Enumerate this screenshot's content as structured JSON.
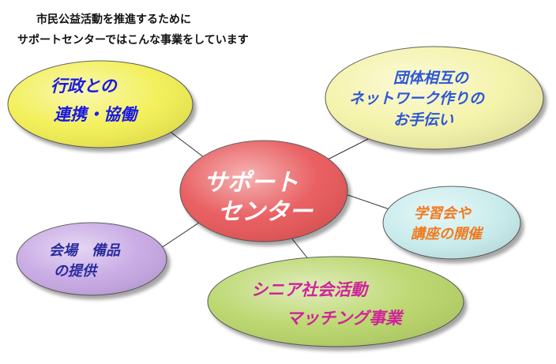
{
  "heading": {
    "line1": "市民公益活動を推進するために",
    "line2": "サポートセンターではこんな事業をしています"
  },
  "center": {
    "line1": "サポート",
    "line2": "センター",
    "fill": "#e8585a",
    "text_color": "#ffffff"
  },
  "nodes": {
    "administration": {
      "line1": "行政との",
      "line2": "連携・協働",
      "fill": "#f2ef52",
      "text_color": "#1a1ae6"
    },
    "network": {
      "line1": "団体相互の",
      "line2": "ネットワーク作りの",
      "line3": "お手伝い",
      "fill": "#f4f3a8",
      "text_color": "#2d57d8"
    },
    "seminar": {
      "line1": "学習会や",
      "line2": "講座の開催",
      "fill": "#c9ecec",
      "text_color": "#f07a1e"
    },
    "venue": {
      "line1": "会場　備品",
      "line2": "の提供",
      "fill": "#c7a8e4",
      "text_color": "#2a2aa0"
    },
    "senior": {
      "line1": "シニア社会活動",
      "line2": "マッチング事業",
      "fill": "#b9d66a",
      "text_color": "#d0239a"
    }
  }
}
